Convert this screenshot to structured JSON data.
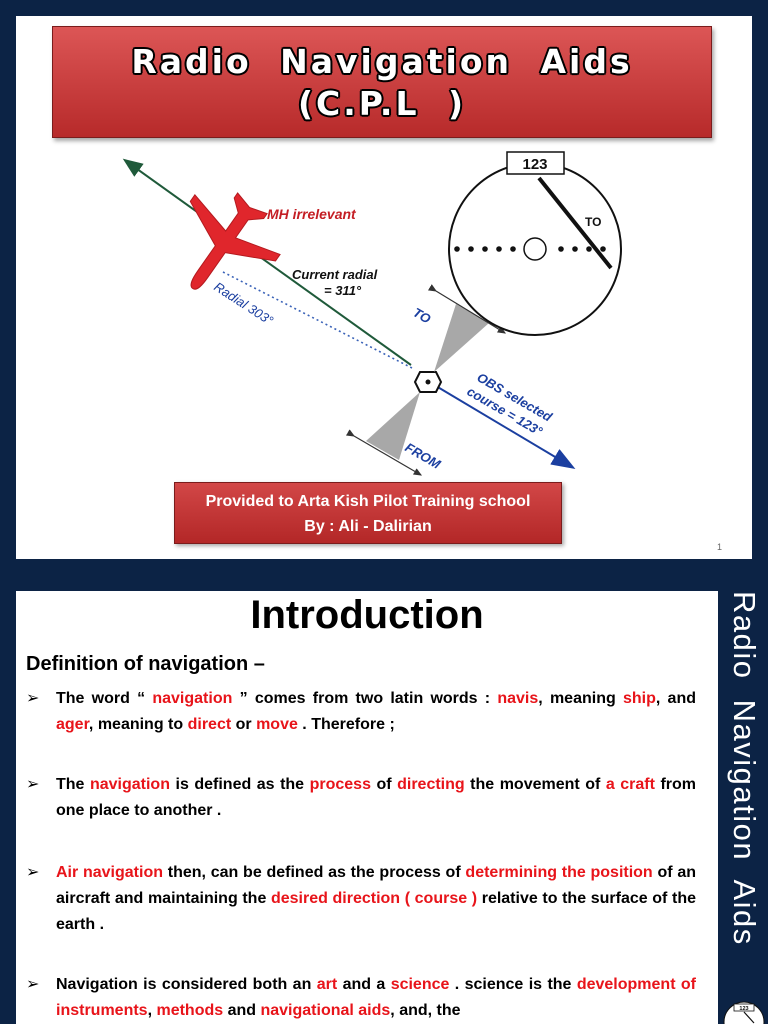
{
  "slide1": {
    "title_line1": "Radio Navigation Aids",
    "title_line2": "(C.P.L )",
    "diagram": {
      "mh_label": "MH irrelevant",
      "current_radial_line1": "Current radial",
      "current_radial_line2": "= 311°",
      "radial_label": "Radial 303°",
      "to_label": "TO",
      "from_label": "FROM",
      "obs_line1": "OBS selected",
      "obs_line2": "course = 123°",
      "indicator_course": "123",
      "indicator_to": "TO"
    },
    "credit_line1": "Provided to Arta Kish Pilot Training school",
    "credit_line2": "By : Ali - Dalirian",
    "page_number": "1",
    "colors": {
      "title_red": "#c93737",
      "aircraft_red": "#e0262c",
      "background_navy": "#0c2345"
    }
  },
  "slide2": {
    "title": "Introduction",
    "definition_heading": "Definition of navigation –",
    "bullet_icon": "arrow-bullet-icon",
    "bullets": [
      [
        {
          "t": "The word “ "
        },
        {
          "t": "navigation",
          "h": true
        },
        {
          "t": " ” comes from two latin words : "
        },
        {
          "t": "navis",
          "h": true
        },
        {
          "t": ", meaning "
        },
        {
          "t": "ship",
          "h": true
        },
        {
          "t": ", and "
        },
        {
          "t": "ager",
          "h": true
        },
        {
          "t": ", meaning to "
        },
        {
          "t": "direct",
          "h": true
        },
        {
          "t": " or "
        },
        {
          "t": "move",
          "h": true
        },
        {
          "t": " . Therefore ;"
        }
      ],
      [
        {
          "t": "The "
        },
        {
          "t": "navigation",
          "h": true
        },
        {
          "t": " is defined as the "
        },
        {
          "t": "process",
          "h": true
        },
        {
          "t": " of "
        },
        {
          "t": "directing",
          "h": true
        },
        {
          "t": " the movement of "
        },
        {
          "t": "a craft",
          "h": true
        },
        {
          "t": " from one place to another ."
        }
      ],
      [
        {
          "t": "Air navigation",
          "h": true
        },
        {
          "t": " then, can be defined as the process of "
        },
        {
          "t": "determining the position",
          "h": true
        },
        {
          "t": " of an aircraft and maintaining the "
        },
        {
          "t": "desired direction ( course )",
          "h": true
        },
        {
          "t": " relative to the surface of the earth ."
        }
      ],
      [
        {
          "t": "Navigation is considered both an "
        },
        {
          "t": "art",
          "h": true
        },
        {
          "t": " and a "
        },
        {
          "t": "science",
          "h": true
        },
        {
          "t": " . science is the "
        },
        {
          "t": "development of instruments",
          "h": true
        },
        {
          "t": ", "
        },
        {
          "t": "methods",
          "h": true
        },
        {
          "t": " and "
        },
        {
          "t": "navigational aids",
          "h": true
        },
        {
          "t": ", and, the"
        }
      ]
    ],
    "side_title": "Radio Navigation Aids",
    "logo_text": "123"
  }
}
